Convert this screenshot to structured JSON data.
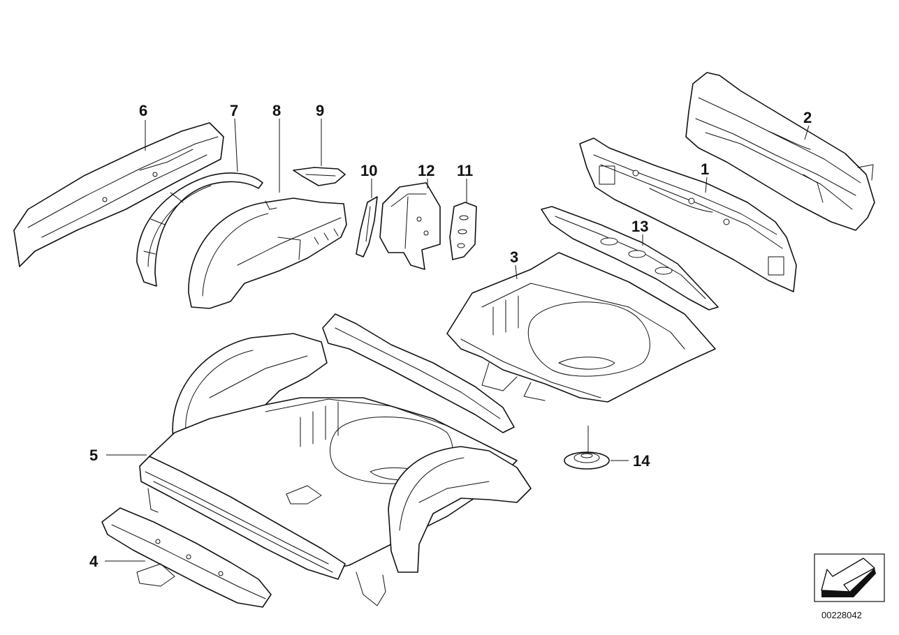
{
  "diagram": {
    "id": "00228042",
    "callouts": [
      "1",
      "2",
      "3",
      "4",
      "5",
      "6",
      "7",
      "8",
      "9",
      "10",
      "11",
      "12",
      "13",
      "14"
    ]
  },
  "icons": {
    "orientation": "direction-arrow-icon"
  },
  "colors": {
    "line": "#111111",
    "background": "#ffffff"
  }
}
